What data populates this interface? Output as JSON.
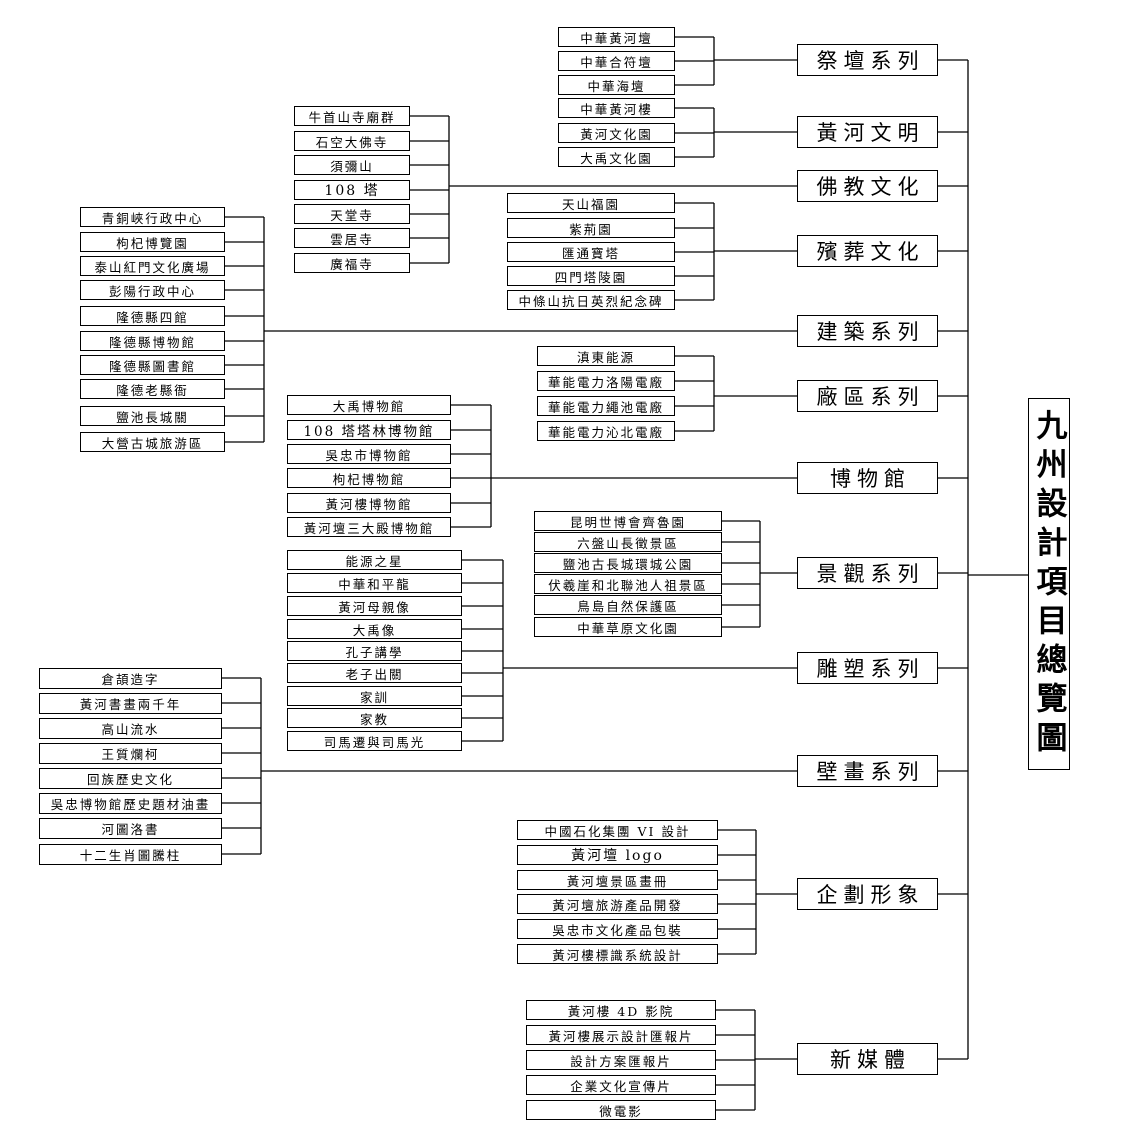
{
  "title": "九州設計項目總覽圖",
  "categories": [
    {
      "name": "祭壇系列",
      "items": [
        "中華黃河壇",
        "中華合符壇",
        "中華海壇"
      ]
    },
    {
      "name": "黃河文明",
      "items": [
        "中華黃河樓",
        "黃河文化園",
        "大禹文化園"
      ]
    },
    {
      "name": "佛教文化",
      "items": [
        "牛首山寺廟群",
        "石空大佛寺",
        "須彌山",
        "108 塔",
        "天堂寺",
        "雲居寺",
        "廣福寺"
      ]
    },
    {
      "name": "殯葬文化",
      "items": [
        "天山福園",
        "紫荊園",
        "匯通寶塔",
        "四門塔陵園",
        "中條山抗日英烈紀念碑"
      ]
    },
    {
      "name": "建築系列",
      "items": [
        "青銅峽行政中心",
        "枸杞博覽園",
        "泰山紅門文化廣場",
        "彭陽行政中心",
        "隆德縣四館",
        "隆德縣博物館",
        "隆德縣圖書館",
        "隆德老縣衙",
        "鹽池長城關",
        "大營古城旅游區"
      ]
    },
    {
      "name": "廠區系列",
      "items": [
        "滇東能源",
        "華能電力洛陽電廠",
        "華能電力繩池電廠",
        "華能電力沁北電廠"
      ]
    },
    {
      "name": "博物館",
      "items": [
        "大禹博物館",
        "108 塔塔林博物館",
        "吳忠市博物館",
        "枸杞博物館",
        "黃河樓博物館",
        "黃河壇三大殿博物館"
      ]
    },
    {
      "name": "景觀系列",
      "items": [
        "昆明世博會齊魯園",
        "六盤山長徵景區",
        "鹽池古長城環城公園",
        "伏羲崖和北聯池人祖景區",
        "鳥島自然保護區",
        "中華草原文化園"
      ]
    },
    {
      "name": "雕塑系列",
      "items": [
        "能源之星",
        "中華和平龍",
        "黃河母親像",
        "大禹像",
        "孔子講學",
        "老子出關",
        "家訓",
        "家教",
        "司馬遷與司馬光"
      ]
    },
    {
      "name": "壁畫系列",
      "items": [
        "倉頡造字",
        "黃河書畫兩千年",
        "高山流水",
        "王質爛柯",
        "回族歷史文化",
        "吳忠博物館歷史題材油畫",
        "河圖洛書",
        "十二生肖圖騰柱"
      ]
    },
    {
      "name": "企劃形象",
      "items": [
        "中國石化集團 VI 設計",
        "黃河壇 logo",
        "黃河壇景區畫冊",
        "黃河壇旅游產品開發",
        "吳忠市文化產品包裝",
        "黃河樓標識系統設計"
      ]
    },
    {
      "name": "新媒體",
      "items": [
        "黃河樓 4D 影院",
        "黃河樓展示設計匯報片",
        "設計方案匯報片",
        "企業文化宣傳片",
        "微電影"
      ]
    }
  ]
}
